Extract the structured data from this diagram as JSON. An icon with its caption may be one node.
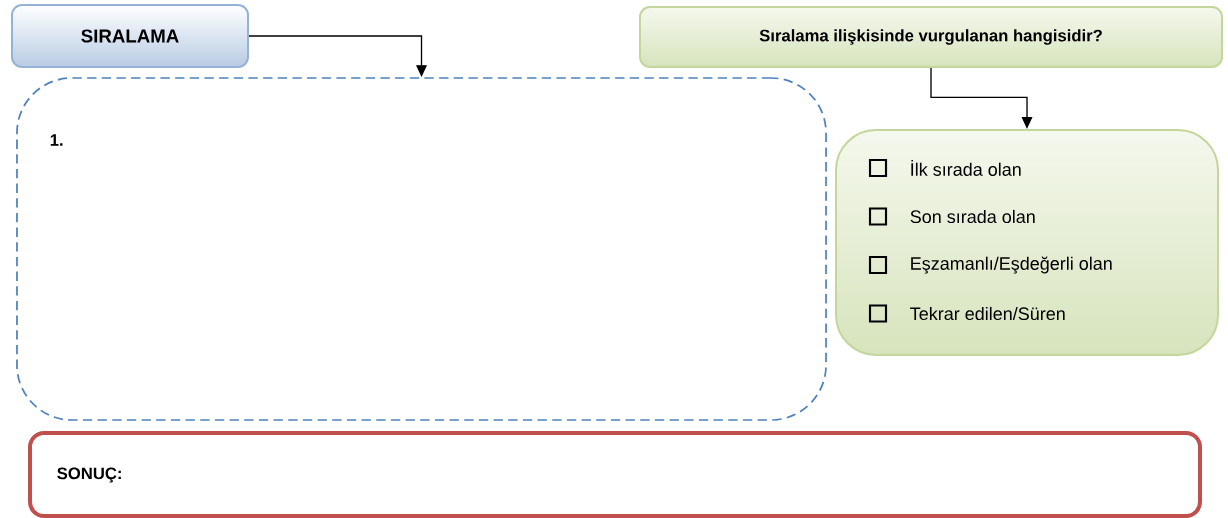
{
  "diagram": {
    "nodes": [
      {
        "text": [
          "SIRALAMA"
        ]
      },
      {
        "text": [
          "1."
        ]
      },
      {
        "text": [
          "Sıralama ilişkisinde vurgulanan hangisidir?"
        ]
      },
      {
        "text": [
          "İlk sırada olan",
          "Son sırada olan",
          "Eşzamanlı/Eşdeğerli olan",
          "Tekrar edilen/Süren"
        ]
      },
      {
        "text": [
          "SONUÇ:"
        ]
      }
    ],
    "edges": [
      {
        "from": 0,
        "to": 1,
        "arrow": "to"
      },
      {
        "from": 2,
        "to": 3,
        "arrow": "to"
      }
    ]
  }
}
